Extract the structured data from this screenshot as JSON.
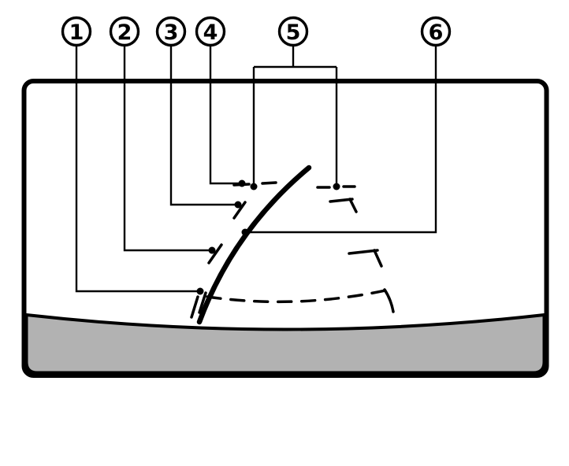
{
  "diagram": {
    "callouts": [
      {
        "id": 1,
        "label": "1"
      },
      {
        "id": 2,
        "label": "2"
      },
      {
        "id": 3,
        "label": "3"
      },
      {
        "id": 4,
        "label": "4"
      },
      {
        "id": 5,
        "label": "5"
      },
      {
        "id": 6,
        "label": "6"
      }
    ],
    "colors": {
      "line": "#000000",
      "screen_background": "#ffffff",
      "bumper_fill": "#b2b2b2",
      "page_background": "#ffffff"
    }
  }
}
